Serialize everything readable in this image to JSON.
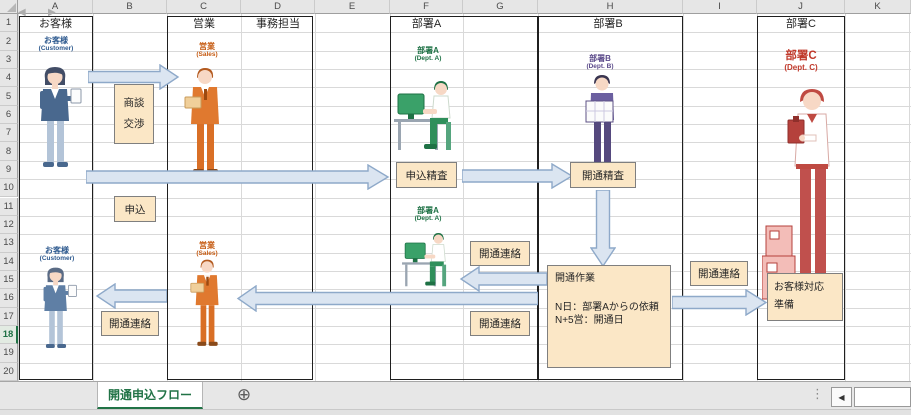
{
  "grid": {
    "column_headers": [
      "A",
      "B",
      "C",
      "D",
      "E",
      "F",
      "G",
      "H",
      "I",
      "J",
      "K"
    ],
    "row_numbers": [
      "1",
      "2",
      "3",
      "4",
      "5",
      "6",
      "7",
      "8",
      "9",
      "10",
      "11",
      "12",
      "13",
      "14",
      "15",
      "16",
      "17",
      "18",
      "19",
      "20"
    ],
    "selected_row": "18"
  },
  "lanes": {
    "customer": {
      "header": "お客様",
      "caption_title": "お客様",
      "caption_sub": "(Customer)"
    },
    "sales": {
      "header": "営業",
      "caption_title": "営業",
      "caption_sub": "(Sales)"
    },
    "clerical": {
      "header": "事務担当"
    },
    "dept_a": {
      "header": "部署A",
      "caption_title": "部署A",
      "caption_sub": "(Dept. A)"
    },
    "dept_b": {
      "header": "部署B",
      "caption_title": "部署B",
      "caption_sub": "(Dept. B)"
    },
    "dept_c": {
      "header": "部署C",
      "caption_title": "部署C",
      "caption_sub": "(Dept. C)"
    }
  },
  "boxes": {
    "negotiation_line1": "商談",
    "negotiation_line2": "交渉",
    "application": "申込",
    "application_review": "申込精査",
    "opening_review": "開通精査",
    "opening_notice": "開通連絡",
    "opening_work_title": "開通作業",
    "opening_work_line1": "N日：部署Aからの依頼",
    "opening_work_line2": "N+5営：開通日",
    "customer_prep_line1": "お客様対応",
    "customer_prep_line2": "準備"
  },
  "sheet_bar": {
    "tab_name": "開通申込フロー"
  },
  "icons": {
    "nav_left": "◀",
    "nav_right": "▶",
    "add_sheet": "⊕",
    "scroll_left": "◀",
    "drag_dots": "⋮"
  },
  "colors": {
    "excel_accent_green": "#217346",
    "box_fill": "#fbe7c6",
    "box_border": "#7f7f7f",
    "arrow_fill": "#dbe5f1",
    "arrow_border": "#8ea9c9",
    "customer_blue": "#2e5a8f",
    "sales_orange": "#c55a11",
    "dept_a_green": "#1e7145",
    "dept_b_purple": "#5b4a8a",
    "dept_c_red": "#c0392b"
  }
}
